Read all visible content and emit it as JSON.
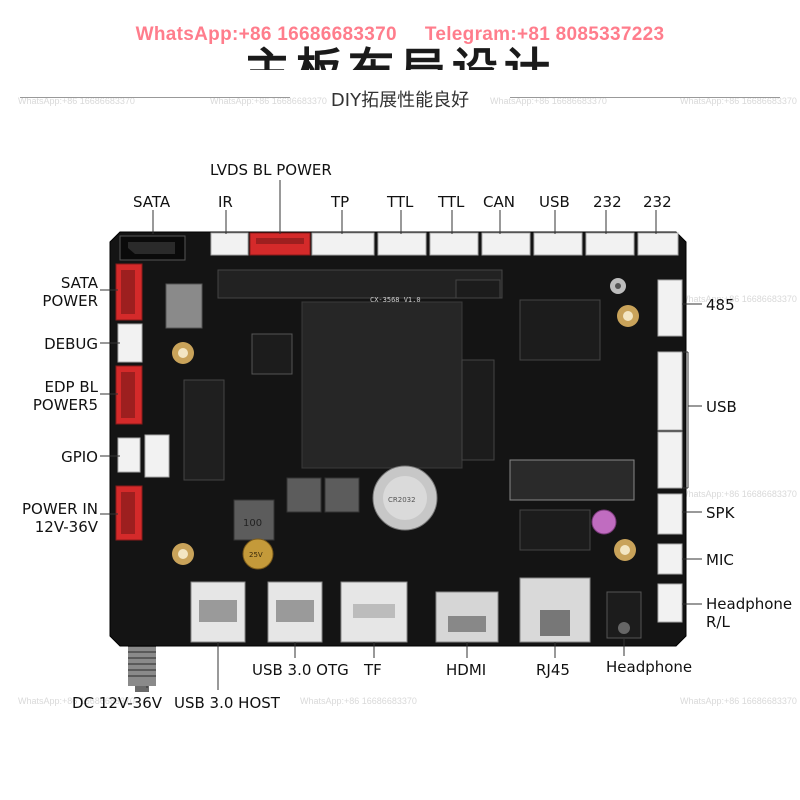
{
  "watermarks": {
    "whatsapp": "WhatsApp:+86 16686683370",
    "telegram": "Telegram:+81 8085337223",
    "small": "WhatsApp:+86 16686683370"
  },
  "header": {
    "title": "主板布局设计",
    "subtitle": "DIY拓展性能良好"
  },
  "labels_top": {
    "lvds": "LVDS BL POWER",
    "sata": "SATA",
    "ir": "IR",
    "tp": "TP",
    "ttl1": "TTL",
    "ttl2": "TTL",
    "can": "CAN",
    "usb": "USB",
    "rs232a": "232",
    "rs232b": "232"
  },
  "labels_left": {
    "sata_power_1": "SATA",
    "sata_power_2": "POWER",
    "debug": "DEBUG",
    "edp_1": "EDP BL",
    "edp_2": "POWER5",
    "gpio": "GPIO",
    "power_in_1": "POWER IN",
    "power_in_2": "12V-36V"
  },
  "labels_right": {
    "rs485": "485",
    "usb": "USB",
    "spk": "SPK",
    "mic": "MIC",
    "headphone_rl_1": "Headphone",
    "headphone_rl_2": "R/L"
  },
  "labels_bottom": {
    "usb_otg": "USB 3.0 OTG",
    "tf": "TF",
    "hdmi": "HDMI",
    "rj45": "RJ45",
    "headphone": "Headphone",
    "dc": "DC 12V-36V",
    "usb_host": "USB 3.0 HOST"
  },
  "board_text": {
    "silk_model": "CX-3568 V1.0",
    "coin_cell": "CR2032",
    "inductor": "100",
    "cap_value": "25V"
  },
  "colors": {
    "pcb": "#141414",
    "connector_white": "#f2f2f2",
    "connector_red": "#d42a2a",
    "heatsink": "#262626",
    "watermark_red": "#ff7d8c"
  }
}
